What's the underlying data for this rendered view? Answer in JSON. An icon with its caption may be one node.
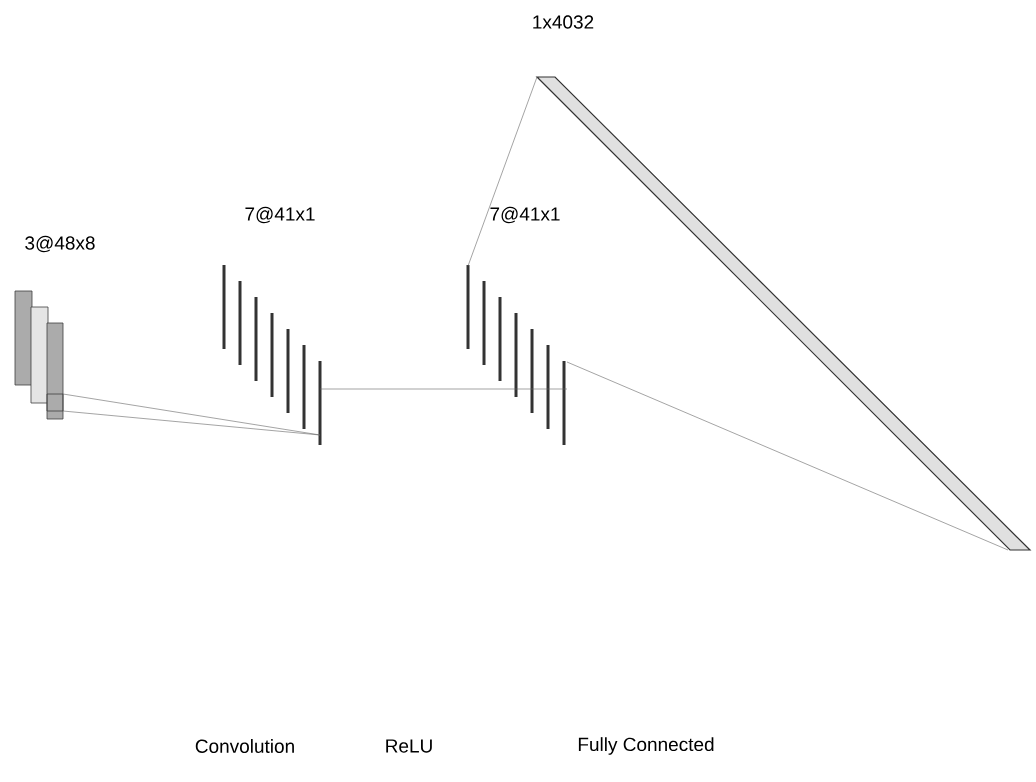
{
  "diagram": {
    "nodes": [
      {
        "text": [
          "3@48x8"
        ]
      },
      {
        "text": [
          "7@41x1"
        ]
      },
      {
        "text": [
          "7@41x1"
        ]
      },
      {
        "text": [
          "1x4032"
        ]
      }
    ],
    "edges": [
      {
        "from": 0,
        "to": 1,
        "arrow": "none"
      },
      {
        "from": 0,
        "to": 1,
        "arrow": "none"
      },
      {
        "from": 1,
        "to": 2,
        "arrow": "none"
      },
      {
        "from": 2,
        "to": 3,
        "arrow": "none"
      },
      {
        "from": 2,
        "to": 3,
        "arrow": "none"
      }
    ],
    "labels": [
      "Convolution",
      "ReLU",
      "Fully Connected"
    ]
  }
}
